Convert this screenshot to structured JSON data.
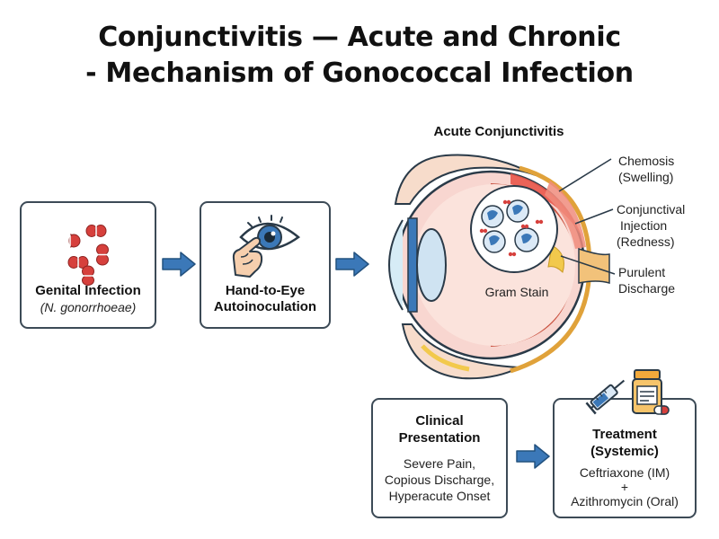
{
  "title": {
    "line1": "Conjunctivitis — Acute and Chronic",
    "line2": "- Mechanism of Gonococcal Infection"
  },
  "icons": {
    "bacteria": "diplococci-icon",
    "hand_eye": "hand-touching-eye-icon",
    "syringe": "syringe-icon",
    "pill_bottle": "pill-bottle-icon",
    "arrow": "right-arrow-icon"
  },
  "colors": {
    "arrow": "#3b78b8",
    "bacteria_red": "#d6403c",
    "eye_blue": "#3b78b8",
    "card_border": "#3c4a56",
    "inflammation": "#e9574a"
  },
  "steps": {
    "genital": {
      "title": "Genital Infection",
      "subtitle": "(N. gonorrhoeae)"
    },
    "hand": {
      "title_l1": "Hand-to-Eye",
      "title_l2": "Autoinoculation"
    }
  },
  "eye": {
    "heading": "Acute Conjunctivitis",
    "gram_stain": "Gram Stain",
    "labels": {
      "chemosis_l1": "Chemosis",
      "chemosis_l2": "(Swelling)",
      "injection_l1": "Conjunctival",
      "injection_l2": "Injection",
      "injection_l3": "(Redness)",
      "discharge_l1": "Purulent",
      "discharge_l2": "Discharge"
    }
  },
  "clinical": {
    "title_l1": "Clinical",
    "title_l2": "Presentation",
    "symptoms": [
      "Severe Pain,",
      "Copious Discharge,",
      "Hyperacute Onset"
    ]
  },
  "treatment": {
    "title_l1": "Treatment",
    "title_l2": "(Systemic)",
    "drug1": "Ceftriaxone (IM)",
    "plus": "+",
    "drug2": "Azithromycin (Oral)"
  }
}
